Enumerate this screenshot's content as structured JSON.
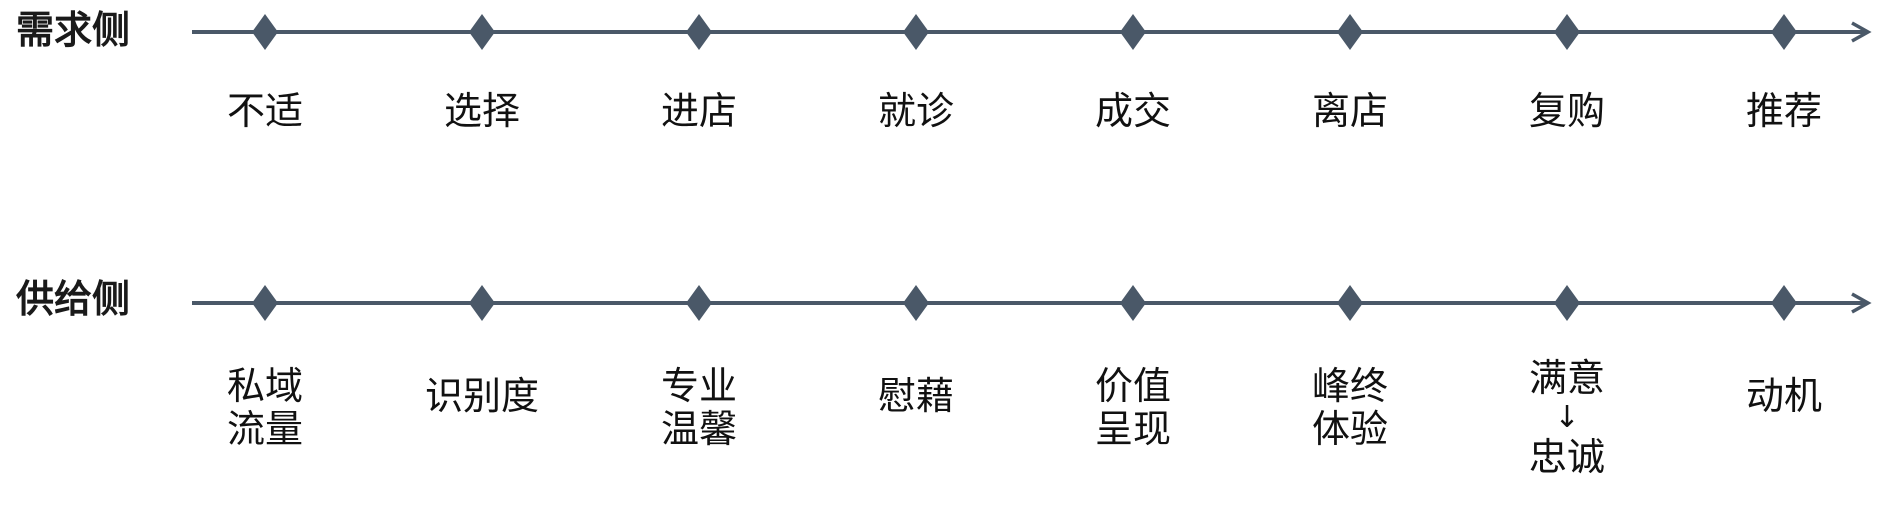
{
  "colors": {
    "axis": "#4a5868",
    "marker": "#4a5868",
    "text": "#111111"
  },
  "demand": {
    "title": "需求侧",
    "stages": [
      "不适",
      "选择",
      "进店",
      "就诊",
      "成交",
      "离店",
      "复购",
      "推荐"
    ]
  },
  "supply": {
    "title": "供给侧",
    "stages": [
      [
        "私域",
        "流量"
      ],
      [
        "识别度"
      ],
      [
        "专业",
        "温馨"
      ],
      [
        "慰藉"
      ],
      [
        "价值",
        "呈现"
      ],
      [
        "峰终",
        "体验"
      ],
      [
        "满意",
        "↓",
        "忠诚"
      ],
      [
        "动机"
      ]
    ]
  }
}
